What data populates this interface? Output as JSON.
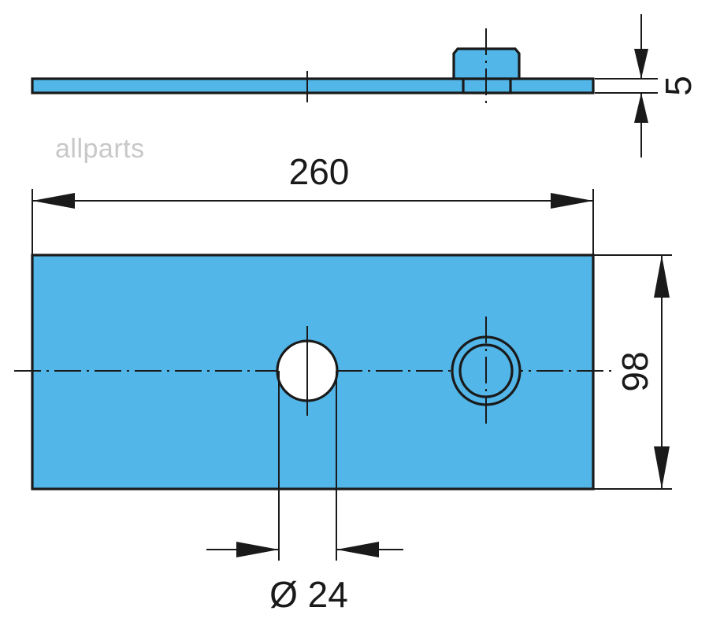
{
  "watermark": "allparts",
  "colors": {
    "part_fill": "#52b6e8",
    "line": "#1a1a1a",
    "hole_fill": "#ffffff",
    "watermark": "#c8c8c8"
  },
  "dimensions": {
    "length": "260",
    "width": "98",
    "thickness": "5",
    "hole_diameter": "Ø 24"
  }
}
